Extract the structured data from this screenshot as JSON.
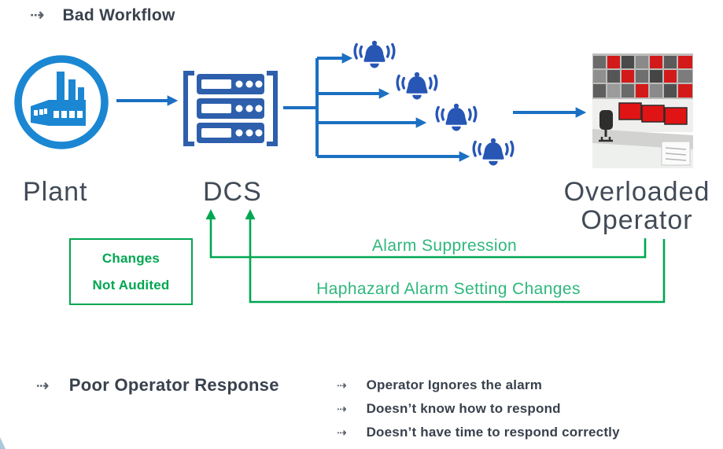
{
  "slide": {
    "title": "Bad Workflow"
  },
  "workflow": {
    "plant_label": "Plant",
    "dcs_label": "DCS",
    "operator_label_line1": "Overloaded",
    "operator_label_line2": "Operator"
  },
  "annotations": {
    "changes_box": {
      "line1": "Changes",
      "line2": "Not Audited"
    },
    "alarm_suppression": "Alarm Suppression",
    "haphazard": "Haphazard Alarm Setting Changes"
  },
  "poor_response": {
    "heading": "Poor Operator Response",
    "bullets": [
      "Operator Ignores the alarm",
      "Doesn’t know how to respond",
      "Doesn’t have time to respond correctly"
    ]
  },
  "icons": {
    "bullet_arrow": "⇢",
    "plant": "factory",
    "dcs": "server-rack",
    "alarm": "ringing-bell",
    "operator": "control-room-photo"
  },
  "colors": {
    "plant_blue": "#1B87D3",
    "dcs_blue": "#2E5FAC",
    "arrow_blue": "#1B70C2",
    "bell_blue": "#2756B5",
    "green_line": "#00A651",
    "green_label_text": "#2FB77D",
    "text_dark": "#39414D",
    "monitor_red": "#D81616"
  }
}
